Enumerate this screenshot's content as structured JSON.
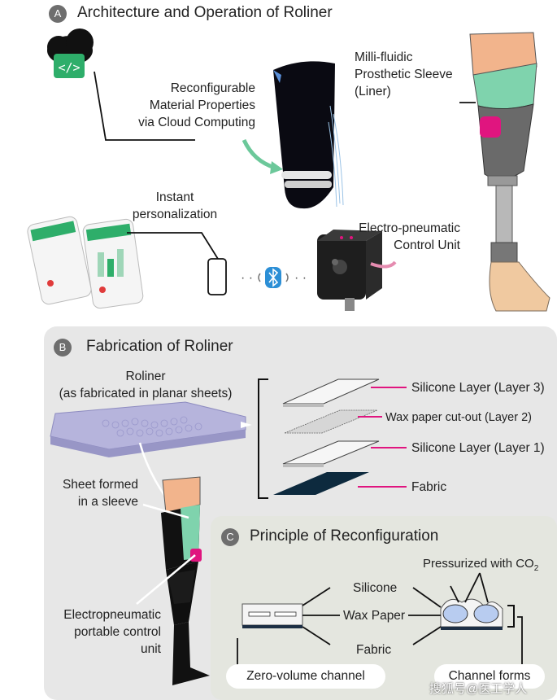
{
  "panel_a": {
    "badge": "A",
    "title": "Architecture and Operation of Roliner",
    "labels": {
      "cloud": "Reconfigurable\nMaterial Properties\nvia Cloud Computing",
      "liner": "Milli-fluidic\nProsthetic Sleeve\n(Liner)",
      "personalization": "Instant\npersonalization",
      "control_unit": "Electro-pneumatic\nControl Unit"
    },
    "icons": [
      "cloud-code-icon",
      "smartphone-icon",
      "bluetooth-icon"
    ]
  },
  "panel_b": {
    "badge": "B",
    "title": "Fabrication of Roliner",
    "labels": {
      "sheet": "Roliner\n(as fabricated in planar sheets)",
      "sleeve": "Sheet formed\nin a sleeve",
      "unit": "Electropneumatic\nportable control\nunit"
    },
    "layers": [
      "Silicone Layer (Layer 3)",
      "Wax paper cut-out (Layer 2)",
      "Silicone Layer (Layer 1)",
      "Fabric"
    ]
  },
  "panel_c": {
    "badge": "C",
    "title": "Principle of Reconfiguration",
    "pressurized": "Pressurized with CO",
    "pressurized_sub": "2",
    "materials": [
      "Silicone",
      "Wax Paper",
      "Fabric"
    ],
    "state_left": "Zero-volume channel",
    "state_right": "Channel forms"
  },
  "watermark": "搜狐号@医工学人",
  "colors": {
    "accent_magenta": "#e0157f",
    "mint": "#7fd3ad",
    "skin": "#f2b48c",
    "panel_b_bg": "#e7e7e7",
    "panel_c_bg": "#e4e6df"
  }
}
